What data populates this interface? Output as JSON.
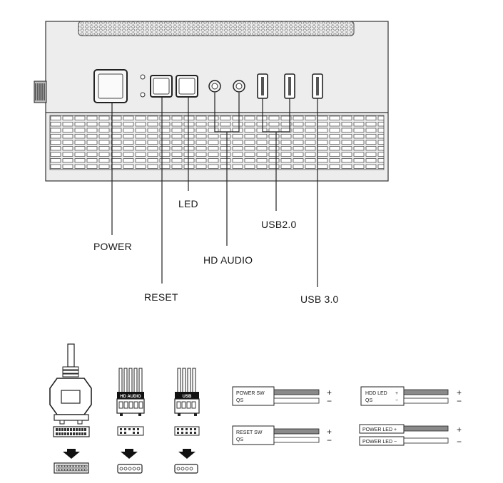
{
  "callouts": {
    "power": "POWER",
    "reset": "RESET",
    "led": "LED",
    "hd_audio": "HD AUDIO",
    "usb2": "USB2.0",
    "usb3": "USB 3.0"
  },
  "connectors": {
    "hd_audio_label": "HD AUDIO",
    "usb_label": "USB"
  },
  "wires": [
    {
      "id": "power-sw",
      "line1": "POWER SW",
      "line2": "QS",
      "plus": "+",
      "minus": "−"
    },
    {
      "id": "reset-sw",
      "line1": "RESET SW",
      "line2": "QS",
      "plus": "+",
      "minus": "−"
    },
    {
      "id": "hdd-led",
      "line1": "HDD LED",
      "line1_sign": "+",
      "line2": "QS",
      "line2_sign": "−",
      "plus": "+",
      "minus": "−"
    },
    {
      "id": "power-led",
      "top_label": "POWER LED +",
      "bottom_label": "POWER LED −",
      "plus": "+",
      "minus": "−"
    }
  ]
}
